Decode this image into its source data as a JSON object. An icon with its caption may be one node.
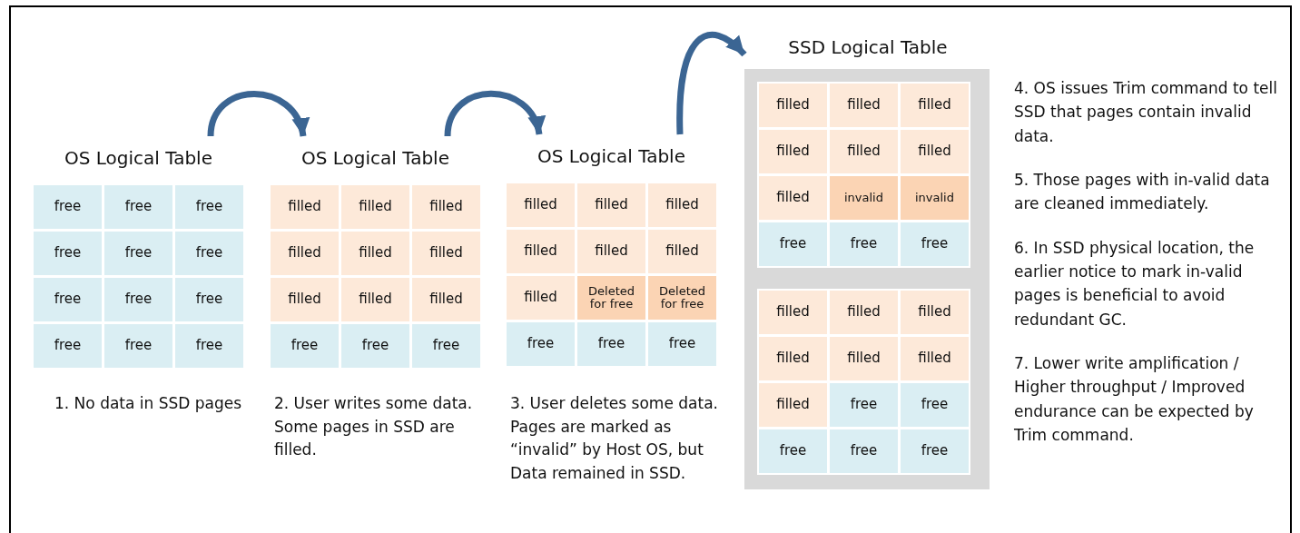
{
  "diagram": {
    "nodes": [
      {
        "text": [
          "OS Logical Table"
        ],
        "beside": [
          "1. No data in SSD pages"
        ]
      },
      {
        "text": [
          "free"
        ],
        "in": 0
      },
      {
        "text": [
          "free"
        ],
        "in": 0
      },
      {
        "text": [
          "free"
        ],
        "in": 0
      },
      {
        "text": [
          "free"
        ],
        "in": 0
      },
      {
        "text": [
          "free"
        ],
        "in": 0
      },
      {
        "text": [
          "free"
        ],
        "in": 0
      },
      {
        "text": [
          "free"
        ],
        "in": 0
      },
      {
        "text": [
          "free"
        ],
        "in": 0
      },
      {
        "text": [
          "free"
        ],
        "in": 0
      },
      {
        "text": [
          "free"
        ],
        "in": 0
      },
      {
        "text": [
          "free"
        ],
        "in": 0
      },
      {
        "text": [
          "free"
        ],
        "in": 0
      },
      {
        "text": [
          "OS Logical Table"
        ],
        "beside": [
          "2. User writes some data. Some pages in SSD are filled."
        ]
      },
      {
        "text": [
          "filled"
        ],
        "in": 13
      },
      {
        "text": [
          "filled"
        ],
        "in": 13
      },
      {
        "text": [
          "filled"
        ],
        "in": 13
      },
      {
        "text": [
          "filled"
        ],
        "in": 13
      },
      {
        "text": [
          "filled"
        ],
        "in": 13
      },
      {
        "text": [
          "filled"
        ],
        "in": 13
      },
      {
        "text": [
          "filled"
        ],
        "in": 13
      },
      {
        "text": [
          "filled"
        ],
        "in": 13
      },
      {
        "text": [
          "filled"
        ],
        "in": 13
      },
      {
        "text": [
          "free"
        ],
        "in": 13
      },
      {
        "text": [
          "free"
        ],
        "in": 13
      },
      {
        "text": [
          "free"
        ],
        "in": 13
      },
      {
        "text": [
          "OS Logical Table"
        ],
        "beside": [
          "3. User deletes some data. Pages are marked as “invalid” by Host OS, but Data remained in SSD."
        ]
      },
      {
        "text": [
          "filled"
        ],
        "in": 26
      },
      {
        "text": [
          "filled"
        ],
        "in": 26
      },
      {
        "text": [
          "filled"
        ],
        "in": 26
      },
      {
        "text": [
          "filled"
        ],
        "in": 26
      },
      {
        "text": [
          "filled"
        ],
        "in": 26
      },
      {
        "text": [
          "filled"
        ],
        "in": 26
      },
      {
        "text": [
          "filled"
        ],
        "in": 26
      },
      {
        "text": [
          "Deleted for free"
        ],
        "in": 26
      },
      {
        "text": [
          "Deleted for free"
        ],
        "in": 26
      },
      {
        "text": [
          "free"
        ],
        "in": 26
      },
      {
        "text": [
          "free"
        ],
        "in": 26
      },
      {
        "text": [
          "free"
        ],
        "in": 26
      },
      {
        "text": [
          "SSD Logical Table"
        ]
      },
      {
        "text": [],
        "shape": "box",
        "in": 39
      },
      {
        "text": [
          "filled"
        ],
        "in": 40
      },
      {
        "text": [
          "filled"
        ],
        "in": 40
      },
      {
        "text": [
          "filled"
        ],
        "in": 40
      },
      {
        "text": [
          "filled"
        ],
        "in": 40
      },
      {
        "text": [
          "filled"
        ],
        "in": 40
      },
      {
        "text": [
          "filled"
        ],
        "in": 40
      },
      {
        "text": [
          "filled"
        ],
        "in": 40
      },
      {
        "text": [
          "invalid"
        ],
        "in": 40
      },
      {
        "text": [
          "invalid"
        ],
        "in": 40
      },
      {
        "text": [
          "free"
        ],
        "in": 40
      },
      {
        "text": [
          "free"
        ],
        "in": 40
      },
      {
        "text": [
          "free"
        ],
        "in": 40
      },
      {
        "text": [],
        "shape": "box",
        "in": 39
      },
      {
        "text": [
          "filled"
        ],
        "in": 53
      },
      {
        "text": [
          "filled"
        ],
        "in": 53
      },
      {
        "text": [
          "filled"
        ],
        "in": 53
      },
      {
        "text": [
          "filled"
        ],
        "in": 53
      },
      {
        "text": [
          "filled"
        ],
        "in": 53
      },
      {
        "text": [
          "filled"
        ],
        "in": 53
      },
      {
        "text": [
          "filled"
        ],
        "in": 53
      },
      {
        "text": [
          "free"
        ],
        "in": 53
      },
      {
        "text": [
          "free"
        ],
        "in": 53
      },
      {
        "text": [
          "free"
        ],
        "in": 53
      },
      {
        "text": [
          "free"
        ],
        "in": 53
      },
      {
        "text": [
          "free"
        ],
        "in": 53
      }
    ],
    "edges": [
      {
        "from": 0,
        "to": 13,
        "arrow": "to"
      },
      {
        "from": 13,
        "to": 26,
        "arrow": "to"
      },
      {
        "from": 26,
        "to": 39,
        "arrow": "to"
      }
    ],
    "labels": [
      "4. OS issues Trim command to tell SSD that pages contain invalid data.",
      "5. Those pages with in-valid data are cleaned immediately.",
      "6. In SSD physical location, the earlier notice to mark in-valid pages is beneficial to avoid redundant GC.",
      "7. Lower write amplification / Higher throughput / Improved endurance can be expected by Trim command."
    ]
  }
}
